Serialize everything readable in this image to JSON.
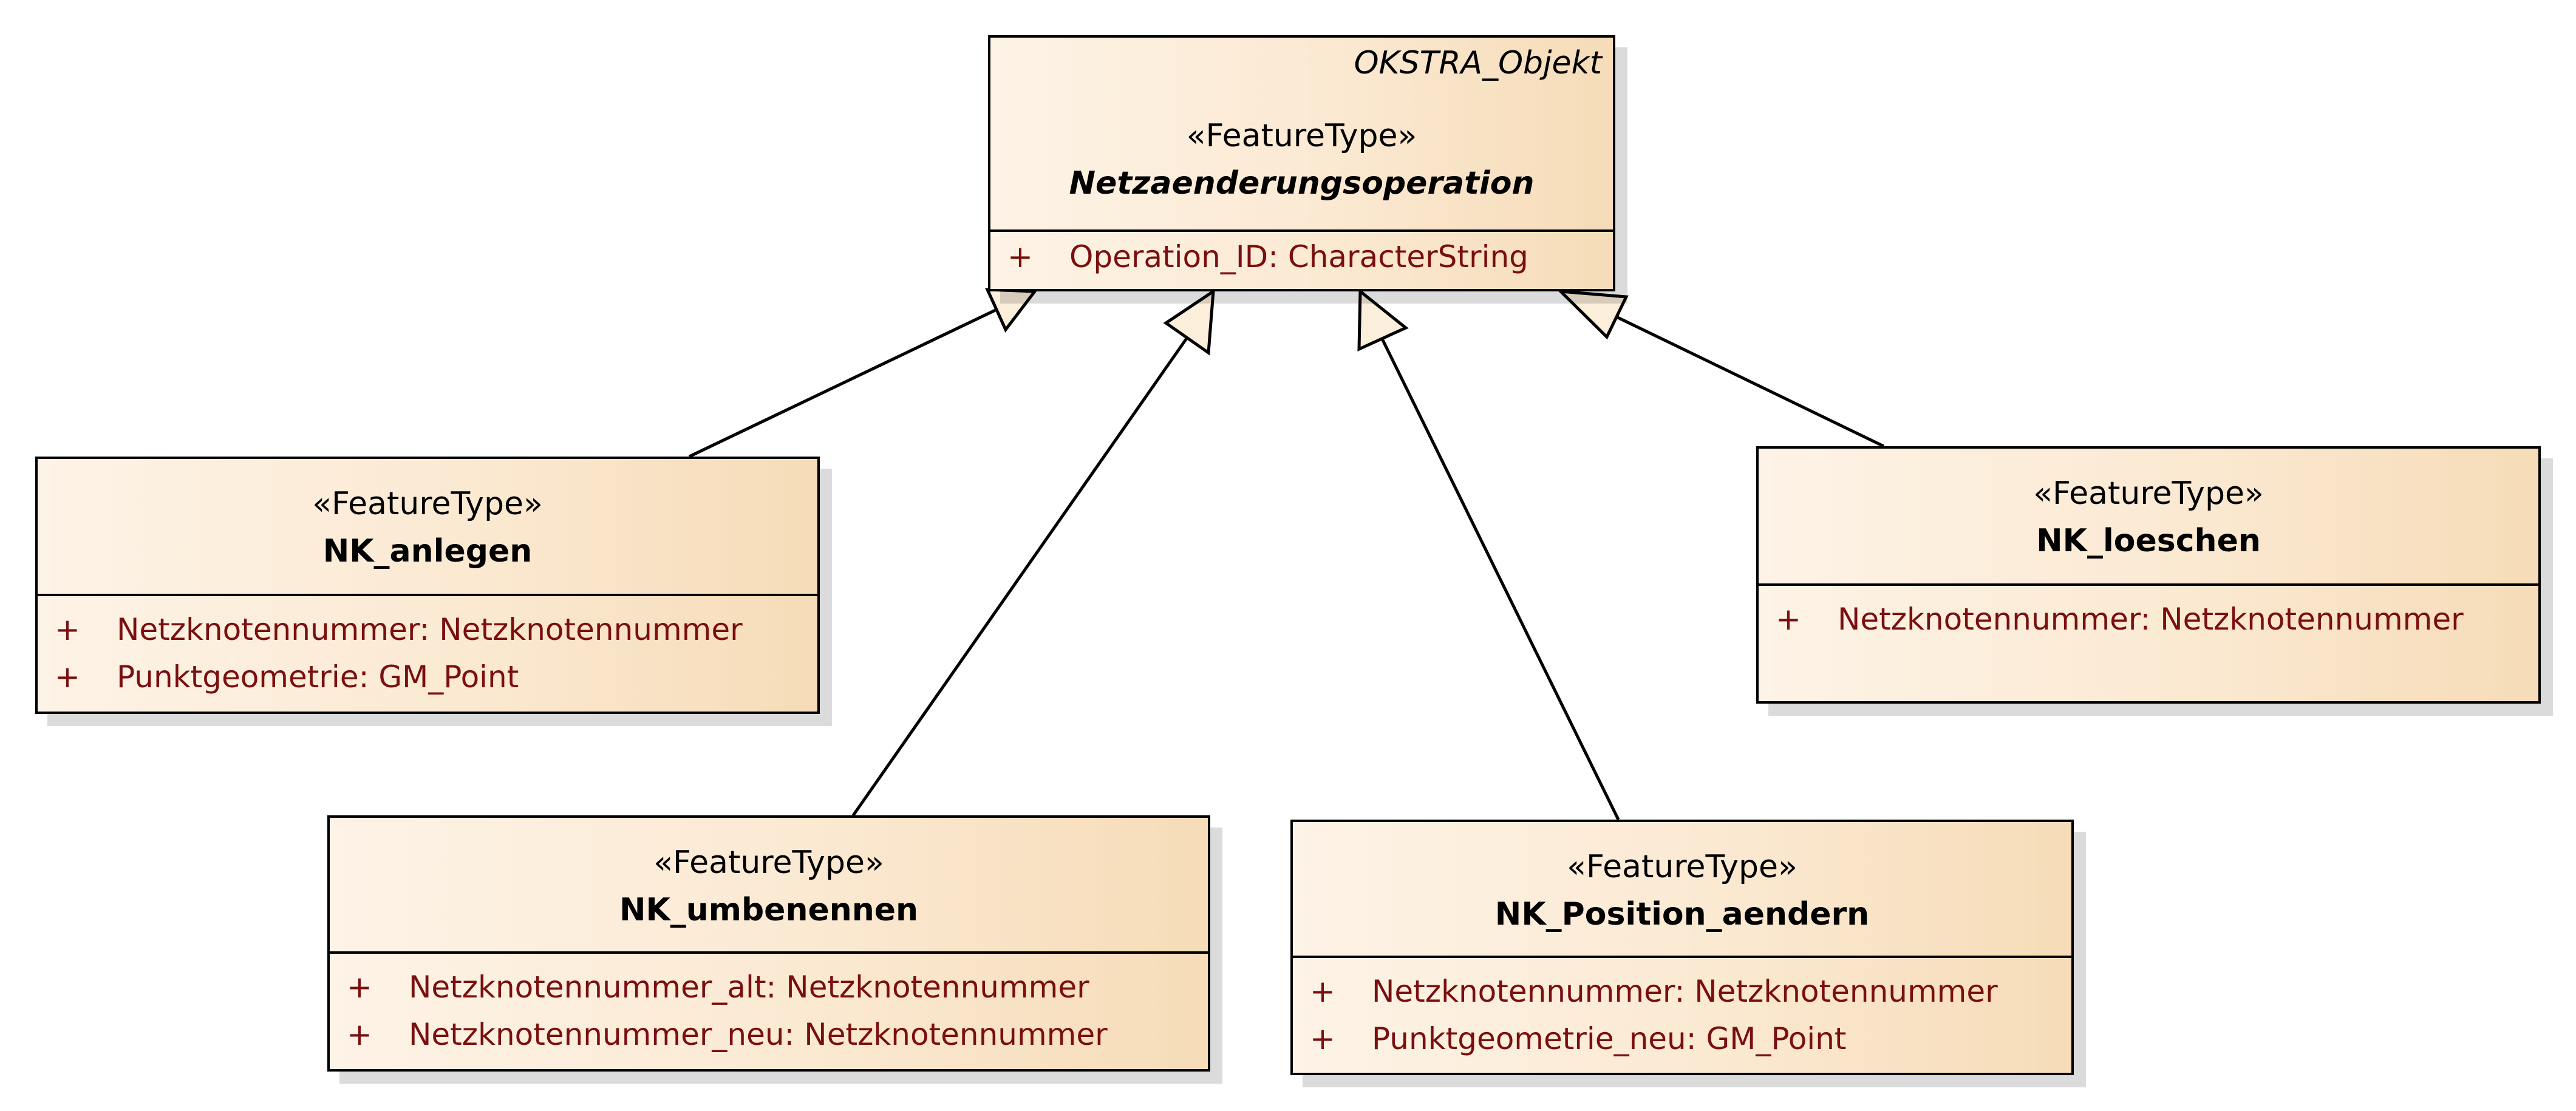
{
  "diagram": {
    "parent": {
      "parent_tag": "OKSTRA_Objekt",
      "stereotype": "«FeatureType»",
      "name": "Netzaenderungsoperation",
      "attributes": [
        {
          "vis": "+",
          "text": "Operation_ID: CharacterString"
        }
      ]
    },
    "classes": [
      {
        "stereotype": "«FeatureType»",
        "name": "NK_anlegen",
        "attributes": [
          {
            "vis": "+",
            "text": "Netzknotennummer: Netzknotennummer"
          },
          {
            "vis": "+",
            "text": "Punktgeometrie: GM_Point"
          }
        ]
      },
      {
        "stereotype": "«FeatureType»",
        "name": "NK_loeschen",
        "attributes": [
          {
            "vis": "+",
            "text": "Netzknotennummer: Netzknotennummer"
          }
        ]
      },
      {
        "stereotype": "«FeatureType»",
        "name": "NK_umbenennen",
        "attributes": [
          {
            "vis": "+",
            "text": "Netzknotennummer_alt: Netzknotennummer"
          },
          {
            "vis": "+",
            "text": "Netzknotennummer_neu: Netzknotennummer"
          }
        ]
      },
      {
        "stereotype": "«FeatureType»",
        "name": "NK_Position_aendern",
        "attributes": [
          {
            "vis": "+",
            "text": "Netzknotennummer: Netzknotennummer"
          },
          {
            "vis": "+",
            "text": "Punktgeometrie_neu: GM_Point"
          }
        ]
      }
    ],
    "colors": {
      "fill_light": "#fdf3e6",
      "fill_dark": "#f6dcb8",
      "attribute_text": "#7a0f0f",
      "outline": "#000000"
    }
  }
}
